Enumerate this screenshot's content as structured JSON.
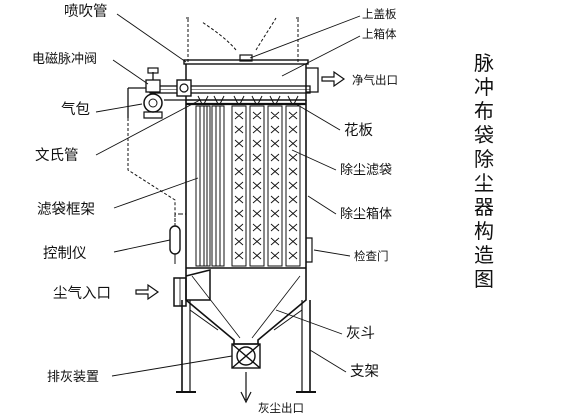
{
  "title": {
    "chars": [
      "脉",
      "冲",
      "布",
      "袋",
      "除",
      "尘",
      "器",
      "构",
      "造",
      "图"
    ]
  },
  "labels": {
    "blowpipe": "喷吹管",
    "solenoid": "电磁脉冲阀",
    "air_bag": "气包",
    "venturi": "文氏管",
    "bag_frame": "滤袋框架",
    "controller": "控制仪",
    "inlet": "尘气入口",
    "discharge": "排灰装置",
    "top_cover": "上盖板",
    "upper_box": "上箱体",
    "clean_outlet": "净气出口",
    "tube_sheet": "花板",
    "filter_bag": "除尘滤袋",
    "dust_box": "除尘箱体",
    "inspection_door": "检查门",
    "hopper": "灰斗",
    "support": "支架",
    "dust_outlet": "灰尘出口"
  }
}
